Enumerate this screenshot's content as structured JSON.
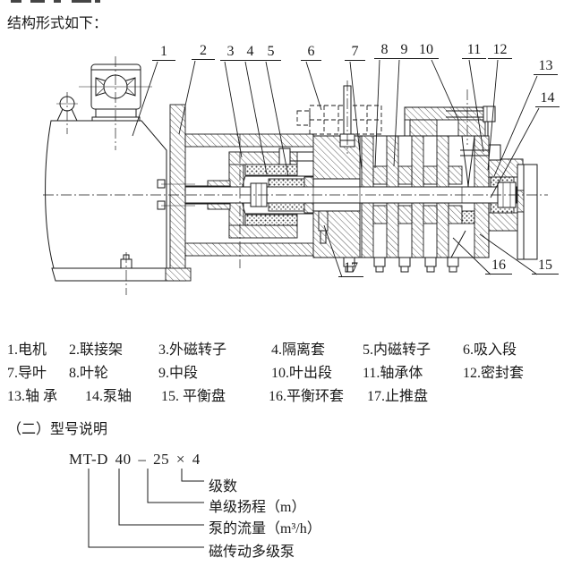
{
  "intro": {
    "text": "结构形式如下："
  },
  "callouts": [
    "1",
    "2",
    "3",
    "4",
    "5",
    "6",
    "7",
    "8",
    "9",
    "10",
    "11",
    "12",
    "13",
    "14",
    "15",
    "16",
    "17"
  ],
  "parts_list": {
    "row1": [
      "1.电机",
      "2.联接架",
      "3.外磁转子",
      "4.隔离套",
      "5.内磁转子",
      "6.吸入段"
    ],
    "row2": [
      "7.导叶",
      "8.叶轮",
      "9.中段",
      "10.叶出段",
      "11.轴承体",
      "12.密封套"
    ],
    "row3": [
      "13.轴 承",
      "14.泵轴",
      "15. 平衡盘",
      "16.平衡环套",
      "17.止推盘"
    ]
  },
  "model_section": {
    "heading": "（二）型号说明",
    "code": "MT-D 40 – 25 × 4",
    "labels": [
      "级数",
      "单级扬程（m）",
      "泵的流量（m³/h）",
      "磁传动多级泵"
    ]
  },
  "colors": {
    "ink": "#1a1a1a",
    "background": "#ffffff"
  }
}
